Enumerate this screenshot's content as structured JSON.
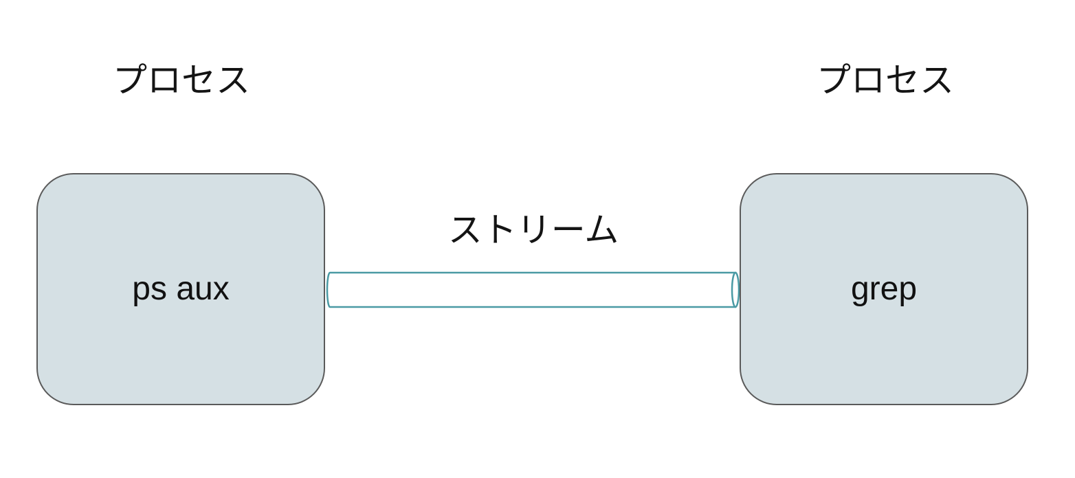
{
  "diagram": {
    "left_process": {
      "caption": "プロセス",
      "command": "ps aux"
    },
    "right_process": {
      "caption": "プロセス",
      "command": "grep"
    },
    "connector": {
      "caption": "ストリーム"
    },
    "colors": {
      "box_fill": "#d5e0e4",
      "box_border": "#5a5a5a",
      "pipe_stroke": "#4a9aa4",
      "pipe_fill": "#ffffff",
      "text": "#111111"
    }
  }
}
